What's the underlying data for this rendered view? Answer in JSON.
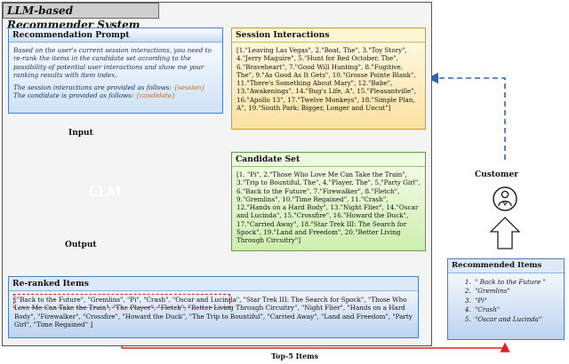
{
  "system_title": "LLM-based Recommender System",
  "prompt_box": {
    "header": "Recommendation Prompt",
    "paragraph1": "Based on the user's current session interactions, you need to re-rank the items in the candidate set according to the possibility of potential user interactions and show me your ranking results with item index.",
    "line2_text": "The session interactions are provided as follows: ",
    "line2_placeholder": "{session}",
    "line3_text": "The candidate is provided as follows: ",
    "line3_placeholder": "{candidate}"
  },
  "session_box": {
    "header": "Session Interactions",
    "content": "[1.\"Leaving Las Vegas\", 2.\"Boat, The\", 3.\"Toy Story\", 4.\"Jerry Maguire\", 5.\"Hunt for Red October, The\", 6.\"Braveheart\", 7.\"Good Will Hunting\", 8.\"Fugitive, The\", 9.\"As Good As It Gets\", 10.\"Grosse Pointe Blank\", 11.\"There's Something About Mary\", 12.\"Babe\", 13.\"Awakenings\", 14.\"Bug's Life, A\", 15.\"Pleasantville\", 16.\"Apollo 13\", 17.\"Twelve Monkeys\", 18.\"Simple Plan, A\", 19.\"South Park: Bigger, Longer and Uncut\"]"
  },
  "candidate_box": {
    "header": "Candidate Set",
    "content": "[1. \"Pi\", 2.\"Those Who Love Me Can Take the Train\", 3.\"Trip to Bountiful, The\", 4.\"Player, The\", 5.\"Party Girl\", 6.\"Back to the Future\", 7.\"Firewalker\", 8.\"Fletch\", 9.\"Gremlins\", 10.\"Time Regained\", 11.\"Crash\", 12.\"Hands on a Hard Body\", 13.\"Night Flier\", 14.\"Oscar and Lucinda\", 15.\"Crossfire\", 16.\"Howard the Duck\", 17.\"Carried Away\", 18.\"Star Trek III: The Search for Spock\", 19.\"Land and Freedom\", 20.\"Better Living Through Circuitry\"]"
  },
  "reranked_box": {
    "header": "Re-ranked Items",
    "content": "[\"Back to the Future\", \"Gremlins\", \"Pi\", \"Crash\", \"Oscar and Lucinda\", \"Star Trek III: The Search for Spock\", \"Those Who Love Me Can Take the Train\", \"The Player\", \"Fletch\", \"Better Living Through Circuitry\", \"Night Flier\", \"Hands on a Hard Body\", \"Firewalker\", \"Crossfire\", \"Howard the Duck\", \"The Trip to Bountiful\", \"Carried Away\", \"Land and Freedom\", \"Party Girl\", \"Time Regained\" ]"
  },
  "recommended_box": {
    "header": "Recommended Items",
    "items": [
      "\" Back to the Future \"",
      "\"Gremlins\"",
      "\"Pi\"",
      "\"Crash\"",
      "\"Oscar and Lucinda\""
    ]
  },
  "llm_label": "LLM",
  "labels": {
    "input": "Input",
    "output": "Output",
    "customer": "Customer",
    "top5": "Top-5 Items"
  },
  "icons": [
    "down-arrow-icon",
    "cloud-icon",
    "customer-icon",
    "up-arrow-icon"
  ],
  "colors": {
    "prompt_border": "#4a7fc8",
    "session_fill": "#fbe2a0",
    "candidate_fill": "#cfeeb0",
    "cloud_fill": "#f08a8a",
    "highlight": "#e02020",
    "top5_arrow": "#e02020",
    "session_arrow": "#2f66b3"
  }
}
